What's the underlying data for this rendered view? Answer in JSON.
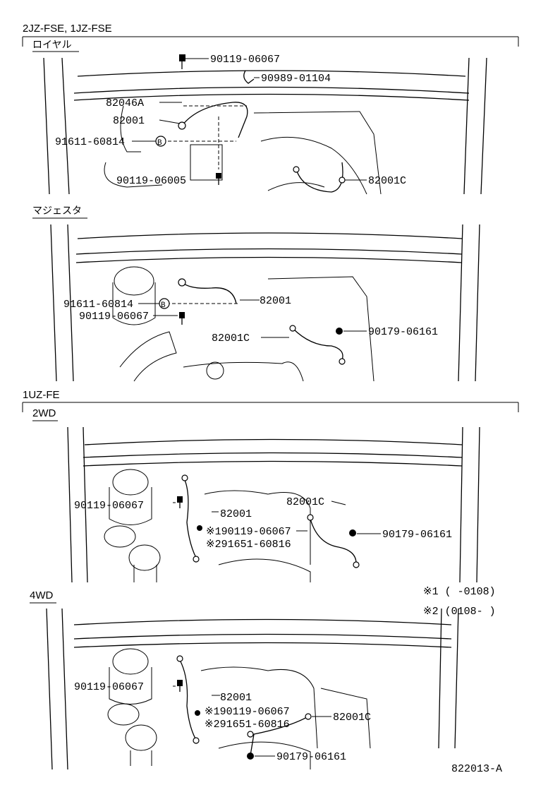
{
  "engine_group_1": "2JZ-FSE, 1JZ-FSE",
  "engine_group_2": "1UZ-FE",
  "sections": {
    "royal": {
      "title": "ロイヤル",
      "labels": {
        "bolt_top": "90119-06067",
        "clamp": "90989-01104",
        "connector": "82046A",
        "wire": "82001",
        "clip": "91611-60814",
        "bolt_bottom": "90119-06005",
        "ground_wire": "82001C",
        "b_mark": "B"
      }
    },
    "majesta": {
      "title": "マジェスタ",
      "labels": {
        "clip": "91611-60814",
        "bolt": "90119-06067",
        "wire": "82001",
        "ground_wire": "82001C",
        "bolt_right": "90179-06161",
        "b_mark": "B"
      }
    },
    "twowd": {
      "title": "2WD",
      "labels": {
        "bolt_left": "90119-06067",
        "ground_wire": "82001C",
        "wire": "82001",
        "note1_part": "※190119-06067",
        "note2_part": "※291651-60816",
        "bolt_right": "90179-06161"
      }
    },
    "fourwd": {
      "title": "4WD",
      "labels": {
        "bolt_left": "90119-06067",
        "wire": "82001",
        "note1_part": "※190119-06067",
        "note2_part": "※291651-60816",
        "ground_wire": "82001C",
        "bolt_bottom": "90179-06161"
      }
    }
  },
  "notes": {
    "note1": "※1 (      -0108)",
    "note2": "※2 (0108-      )"
  },
  "figure_id": "822013-A"
}
